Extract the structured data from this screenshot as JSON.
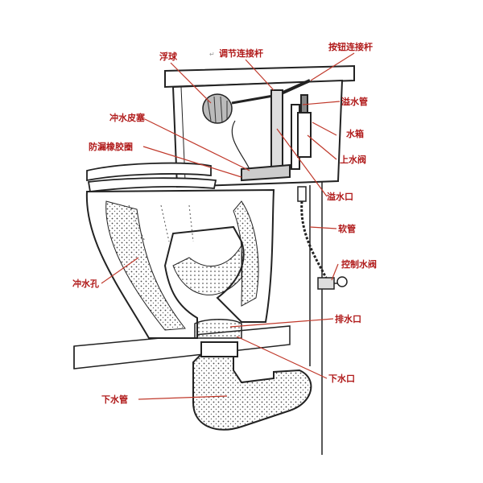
{
  "colors": {
    "label": "#b01a1a",
    "leader": "#c0392b",
    "ink": "#222222",
    "fill": "#9a9a9a",
    "return_mark": "#999999"
  },
  "labels": {
    "float_ball": "浮球",
    "adjust_rod": "调节连接杆",
    "button_rod": "按钮连接杆",
    "overflow_pipe": "溢水管",
    "flush_flapper": "冲水皮塞",
    "water_tank": "水箱",
    "rubber_seal": "防漏橡胶圈",
    "inlet_valve": "上水阀",
    "overflow_port": "溢水口",
    "hose": "软管",
    "flush_hole": "冲水孔",
    "control_valve": "控制水阀",
    "drain_port": "排水口",
    "down_port": "下水口",
    "sewer_pipe": "下水管"
  },
  "return_mark": "↵"
}
